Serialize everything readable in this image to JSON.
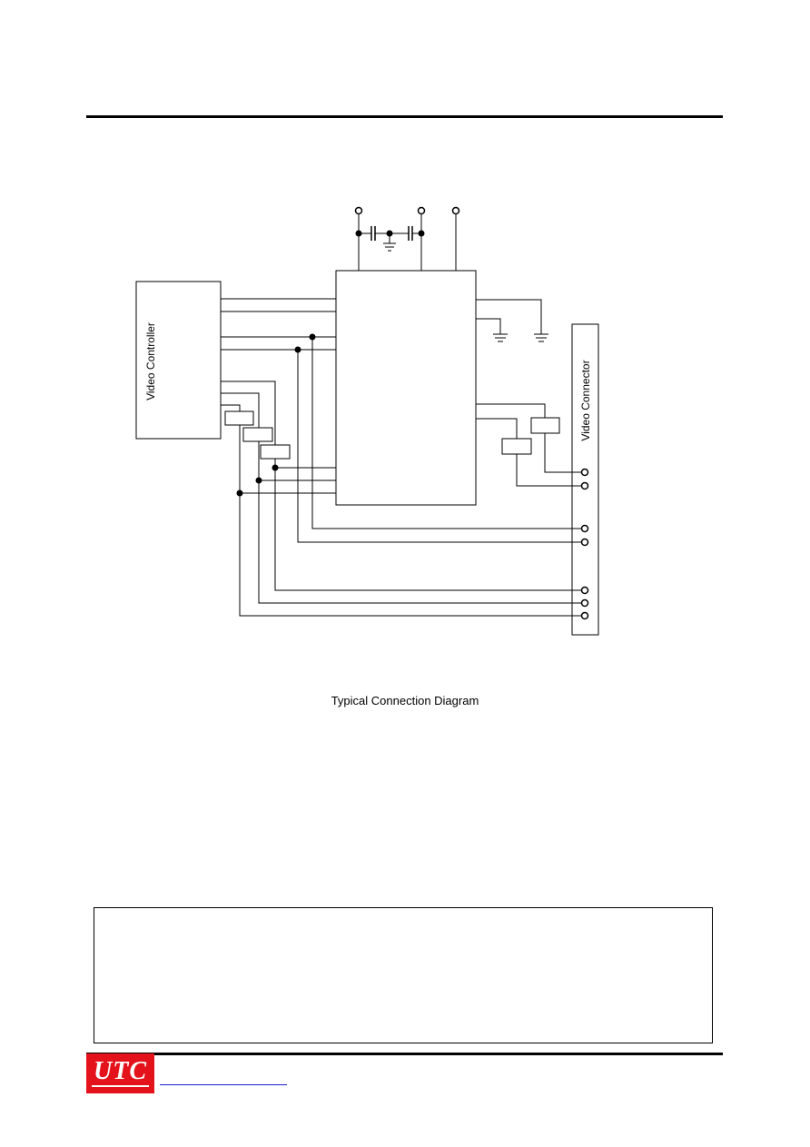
{
  "diagram": {
    "left_block_label": "Video Controller",
    "right_block_label": "Video Connector",
    "caption": "Typical Connection Diagram"
  },
  "footer": {
    "logo_text": "UTC",
    "logo_color": "#e3121b",
    "link_color": "#1a1acc"
  }
}
